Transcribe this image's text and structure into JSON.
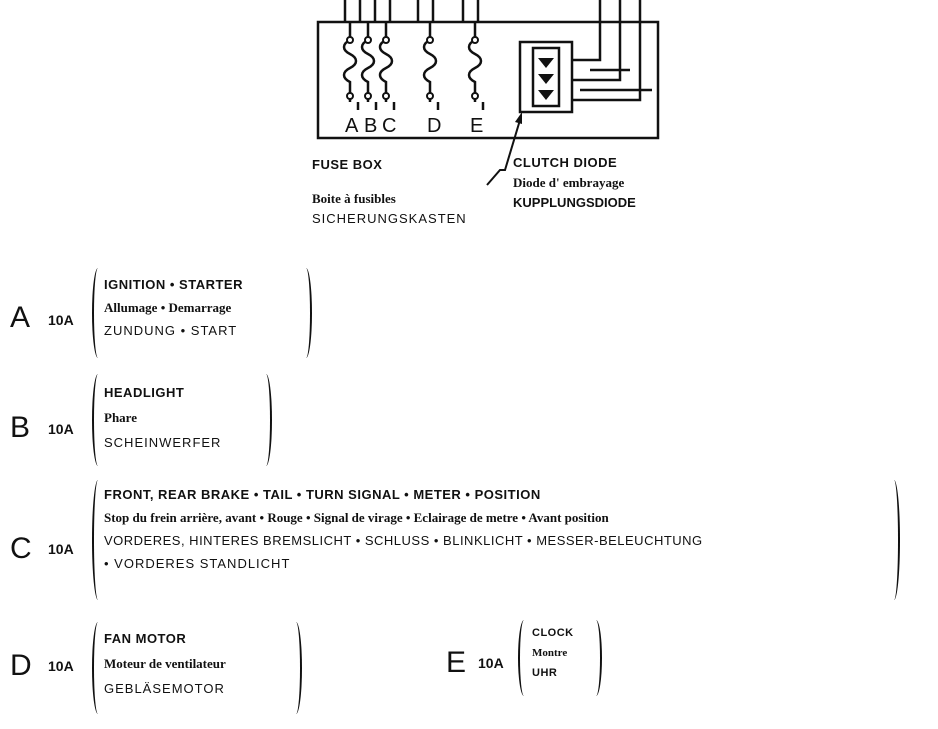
{
  "diagram": {
    "fuse_letters": [
      "A",
      "B",
      "C",
      "D",
      "E"
    ],
    "fuse_box": {
      "en": "FUSE BOX",
      "fr": "Boite à fusibles",
      "de": "SICHERUNGSKASTEN"
    },
    "clutch_diode": {
      "en": "CLUTCH DIODE",
      "fr": "Diode d' embrayage",
      "de": "KUPPLUNGSDIODE"
    }
  },
  "fuses": [
    {
      "letter": "A",
      "rating": "10A",
      "en": "IGNITION • STARTER",
      "fr": "Allumage • Demarrage",
      "de": "ZUNDUNG • START"
    },
    {
      "letter": "B",
      "rating": "10A",
      "en": "HEADLIGHT",
      "fr": "Phare",
      "de": "SCHEINWERFER"
    },
    {
      "letter": "C",
      "rating": "10A",
      "en": "FRONT, REAR BRAKE • TAIL • TURN SIGNAL • METER • POSITION",
      "fr": "Stop du frein arrière, avant • Rouge • Signal de virage • Eclairage de metre • Avant position",
      "de": "VORDERES, HINTERES BREMSLICHT • SCHLUSS • BLINKLICHT • MESSER-BELEUCHTUNG",
      "de2": "• VORDERES STANDLICHT"
    },
    {
      "letter": "D",
      "rating": "10A",
      "en": "FAN MOTOR",
      "fr": "Moteur de ventilateur",
      "de": "GEBLÄSEMOTOR"
    },
    {
      "letter": "E",
      "rating": "10A",
      "en": "CLOCK",
      "fr": "Montre",
      "de": "UHR"
    }
  ]
}
